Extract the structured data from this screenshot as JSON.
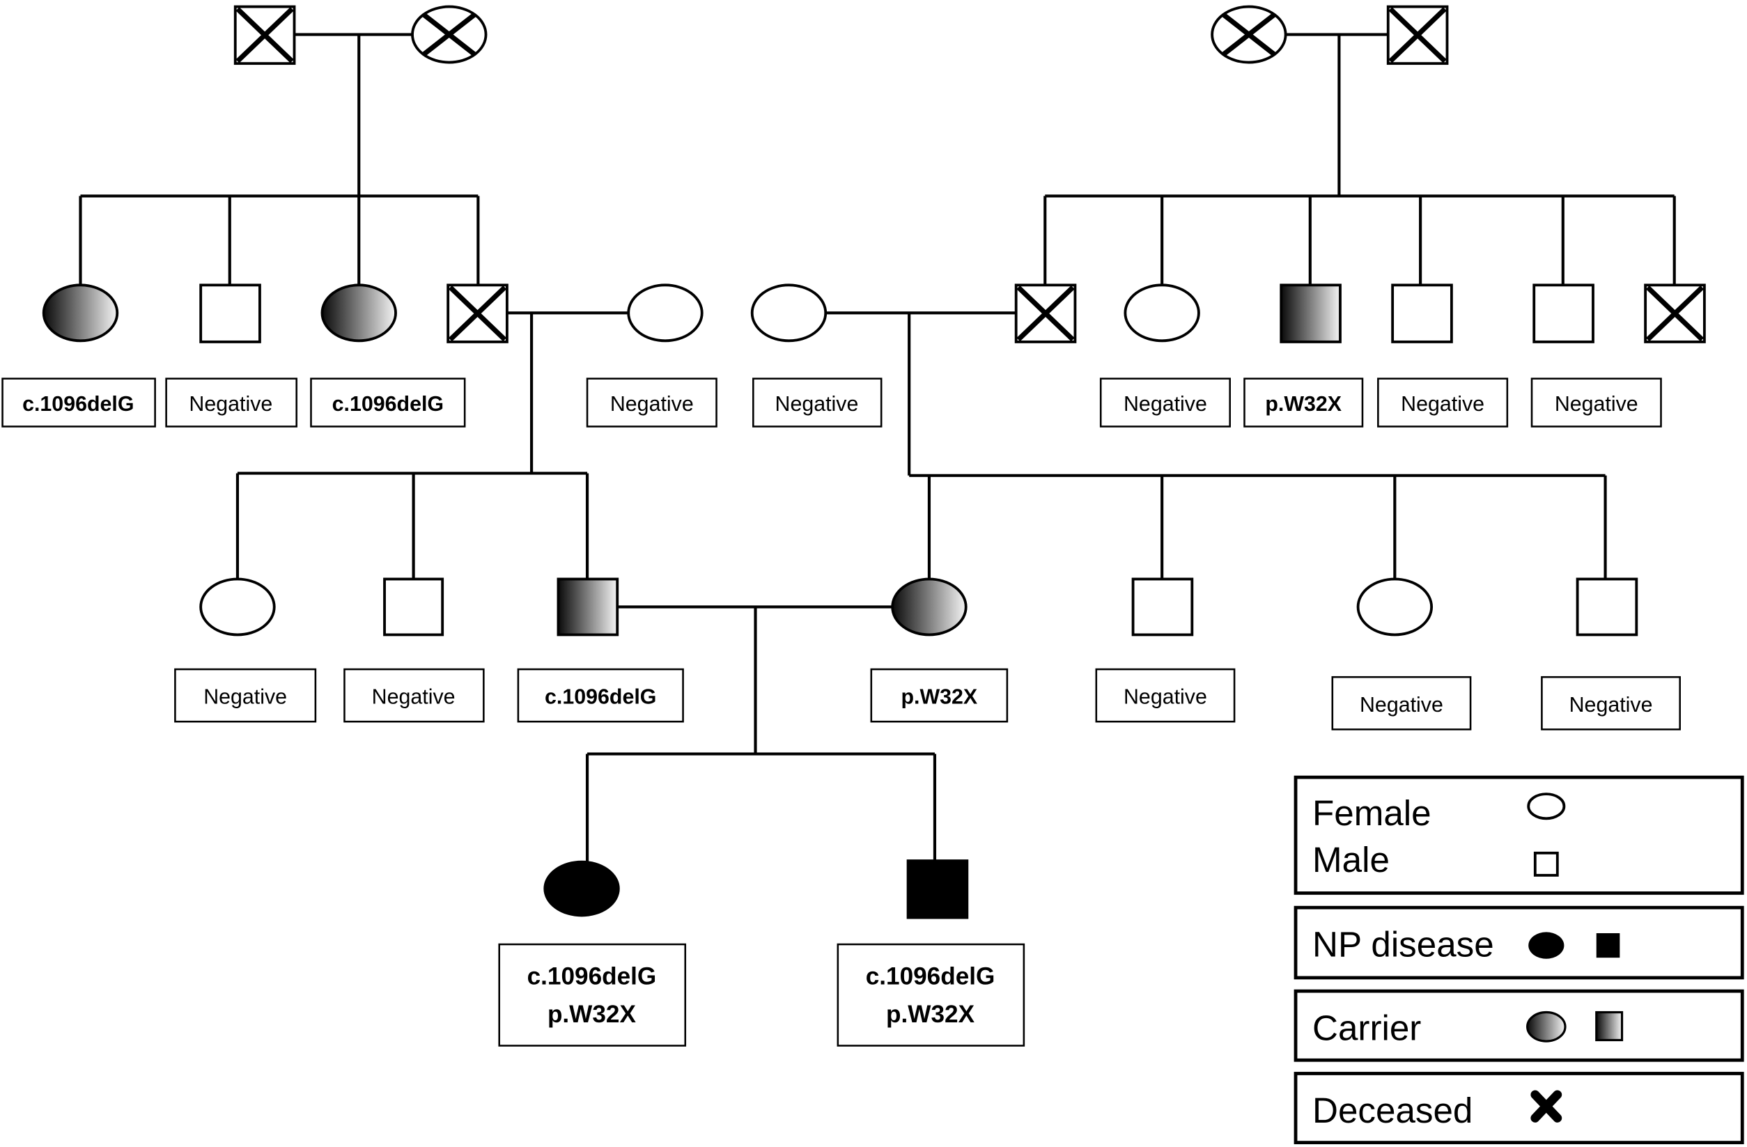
{
  "title": "Pedigree of family with Niemann-Pick disease",
  "colors": {
    "line": "#000000",
    "affected": "#000000",
    "unaffected": "#ffffff",
    "carrier_dark": "#111111",
    "carrier_light": "#f2f2f2"
  },
  "generation1": {
    "left_couple": [
      {
        "id": "I-1",
        "sex": "male",
        "status": "deceased"
      },
      {
        "id": "I-2",
        "sex": "female",
        "status": "deceased"
      }
    ],
    "right_couple": [
      {
        "id": "I-3",
        "sex": "female",
        "status": "deceased"
      },
      {
        "id": "I-4",
        "sex": "male",
        "status": "deceased"
      }
    ]
  },
  "generation2": {
    "left_sibship": [
      {
        "id": "II-1",
        "sex": "female",
        "status": "carrier",
        "label": "c.1096delG"
      },
      {
        "id": "II-2",
        "sex": "male",
        "status": "unaffected",
        "label": "Negative"
      },
      {
        "id": "II-3",
        "sex": "female",
        "status": "carrier",
        "label": "c.1096delG"
      },
      {
        "id": "II-4",
        "sex": "male",
        "status": "deceased",
        "label": ""
      }
    ],
    "spouse_left": {
      "id": "II-5",
      "sex": "female",
      "status": "unaffected",
      "label": "Negative"
    },
    "spouse_right": {
      "id": "II-6",
      "sex": "female",
      "status": "unaffected",
      "label": "Negative"
    },
    "right_sibship": [
      {
        "id": "II-7",
        "sex": "male",
        "status": "deceased",
        "label": ""
      },
      {
        "id": "II-8",
        "sex": "female",
        "status": "unaffected",
        "label": "Negative"
      },
      {
        "id": "II-9",
        "sex": "male",
        "status": "carrier",
        "label": "p.W32X"
      },
      {
        "id": "II-10",
        "sex": "male",
        "status": "unaffected",
        "label": "Negative"
      },
      {
        "id": "II-11",
        "sex": "male",
        "status": "unaffected",
        "label": "Negative"
      },
      {
        "id": "II-12",
        "sex": "male",
        "status": "deceased",
        "label": ""
      }
    ]
  },
  "generation3": {
    "left_sibship": [
      {
        "id": "III-1",
        "sex": "female",
        "status": "unaffected",
        "label": "Negative"
      },
      {
        "id": "III-2",
        "sex": "male",
        "status": "unaffected",
        "label": "Negative"
      },
      {
        "id": "III-3",
        "sex": "male",
        "status": "carrier",
        "label": "c.1096delG"
      }
    ],
    "right_sibship": [
      {
        "id": "III-4",
        "sex": "female",
        "status": "carrier",
        "label": "p.W32X"
      },
      {
        "id": "III-5",
        "sex": "male",
        "status": "unaffected",
        "label": "Negative"
      },
      {
        "id": "III-6",
        "sex": "female",
        "status": "unaffected",
        "label": "Negative"
      },
      {
        "id": "III-7",
        "sex": "male",
        "status": "unaffected",
        "label": "Negative"
      }
    ]
  },
  "generation4": [
    {
      "id": "IV-1",
      "sex": "female",
      "status": "affected",
      "label_line1": "c.1096delG",
      "label_line2": "p.W32X"
    },
    {
      "id": "IV-2",
      "sex": "male",
      "status": "affected",
      "label_line1": "c.1096delG",
      "label_line2": "p.W32X"
    }
  ],
  "legend": {
    "female": "Female",
    "male": "Male",
    "np_disease": "NP disease",
    "carrier": "Carrier",
    "deceased": "Deceased",
    "female_icon": "circle-outline-icon",
    "male_icon": "square-outline-icon",
    "affected_icons": [
      "filled-circle-icon",
      "filled-square-icon"
    ],
    "carrier_icons": [
      "gradient-circle-icon",
      "gradient-square-icon"
    ],
    "deceased_icon": "x-cross-icon"
  }
}
